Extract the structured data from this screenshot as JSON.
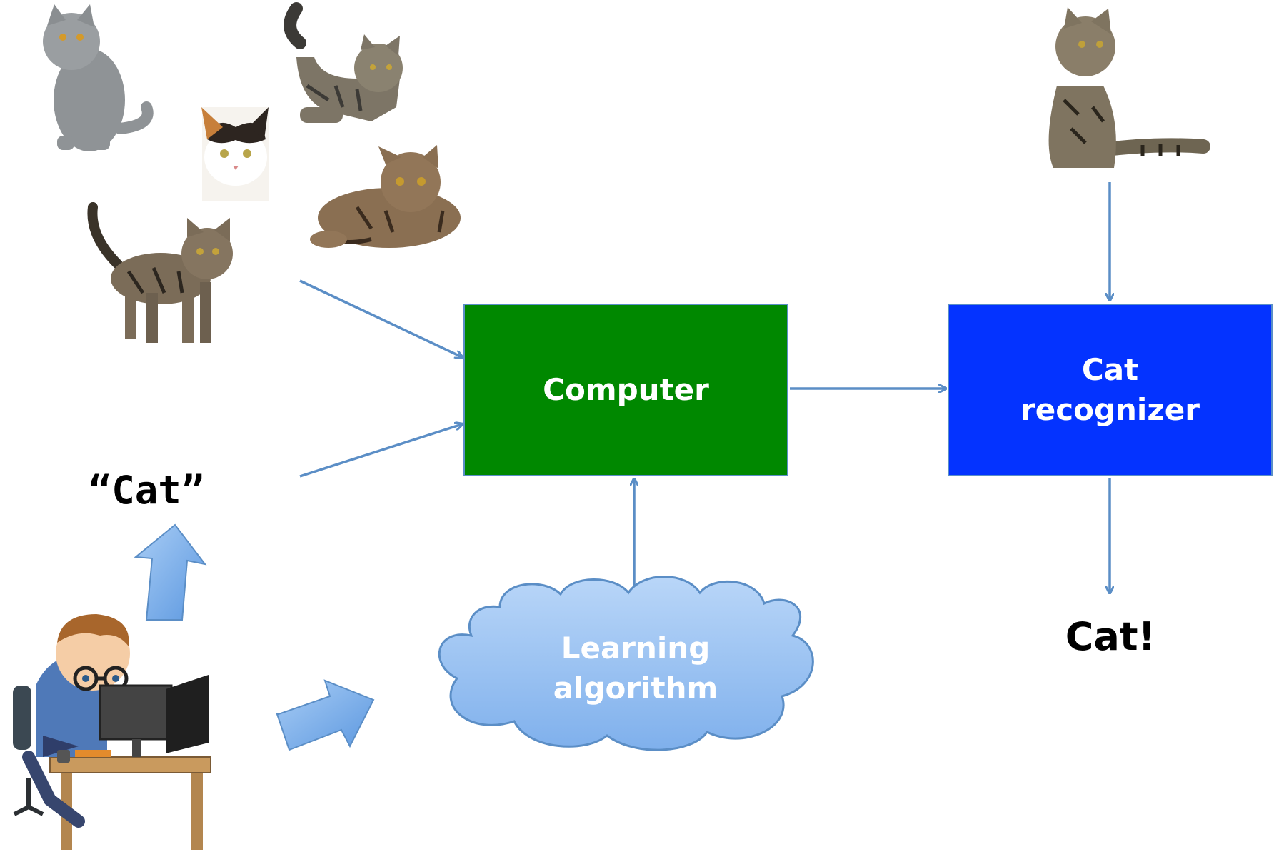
{
  "nodes": {
    "computer": "Computer",
    "cat_recognizer": "Cat\nrecognizer",
    "learning_algorithm": "Learning\nalgorithm"
  },
  "labels": {
    "cat_quote": "“Cat”",
    "output": "Cat!"
  },
  "colors": {
    "computer_fill": "#008800",
    "recognizer_fill": "#0433ff",
    "cloud_fill": "#9cc3f2",
    "arrow": "#5b8ec6",
    "block_arrow": "#7aaee8"
  },
  "icons": [
    "cat-photo-gray",
    "cat-photo-calico",
    "cat-photo-tabby-stretching",
    "cat-photo-tabby-lying",
    "cat-photo-tabby-standing",
    "cat-photo-tabby-sitting",
    "programmer-at-desk"
  ]
}
